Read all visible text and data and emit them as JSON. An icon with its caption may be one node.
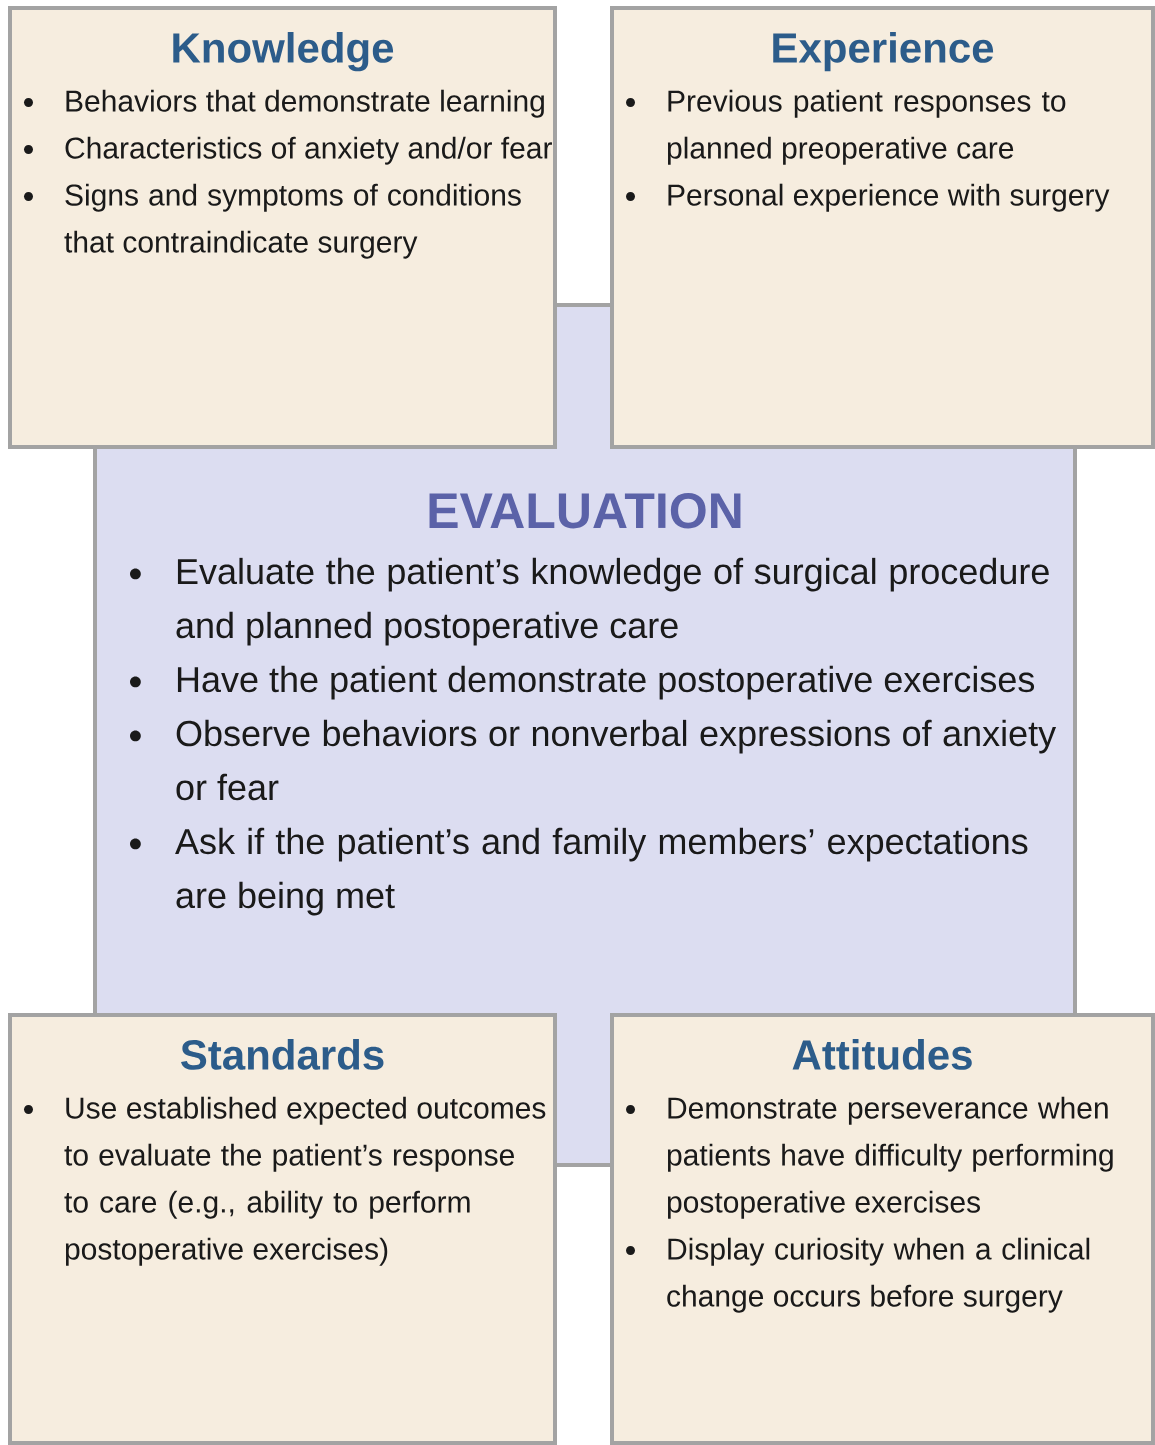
{
  "diagram": {
    "nodes": [
      {
        "text": [
          "Knowledge",
          "Behaviors that demonstrate learning",
          "Characteristics of anxiety and/or fear",
          "Signs and symptoms of conditions that contraindicate surgery"
        ]
      },
      {
        "text": [
          "Experience",
          "Previous patient responses to planned preoperative care",
          "Personal experience with surgery"
        ]
      },
      {
        "text": [
          "EVALUATION",
          "Evaluate the patient’s knowledge of surgical procedure and planned postoperative care",
          "Have the patient demonstrate postoperative exercises",
          "Observe behaviors or nonverbal expressions of anxiety or fear",
          "Ask if the patient’s and family members’ expectations are being met"
        ]
      },
      {
        "text": [
          "Standards",
          "Use established expected outcomes to evaluate the patient’s response to care (e.g., ability to perform postoperative exercises)"
        ]
      },
      {
        "text": [
          "Attitudes",
          "Demonstrate perseverance when patients have difficulty performing postoperative exercises",
          "Display curiosity when a clinical change occurs before surgery"
        ]
      }
    ]
  }
}
